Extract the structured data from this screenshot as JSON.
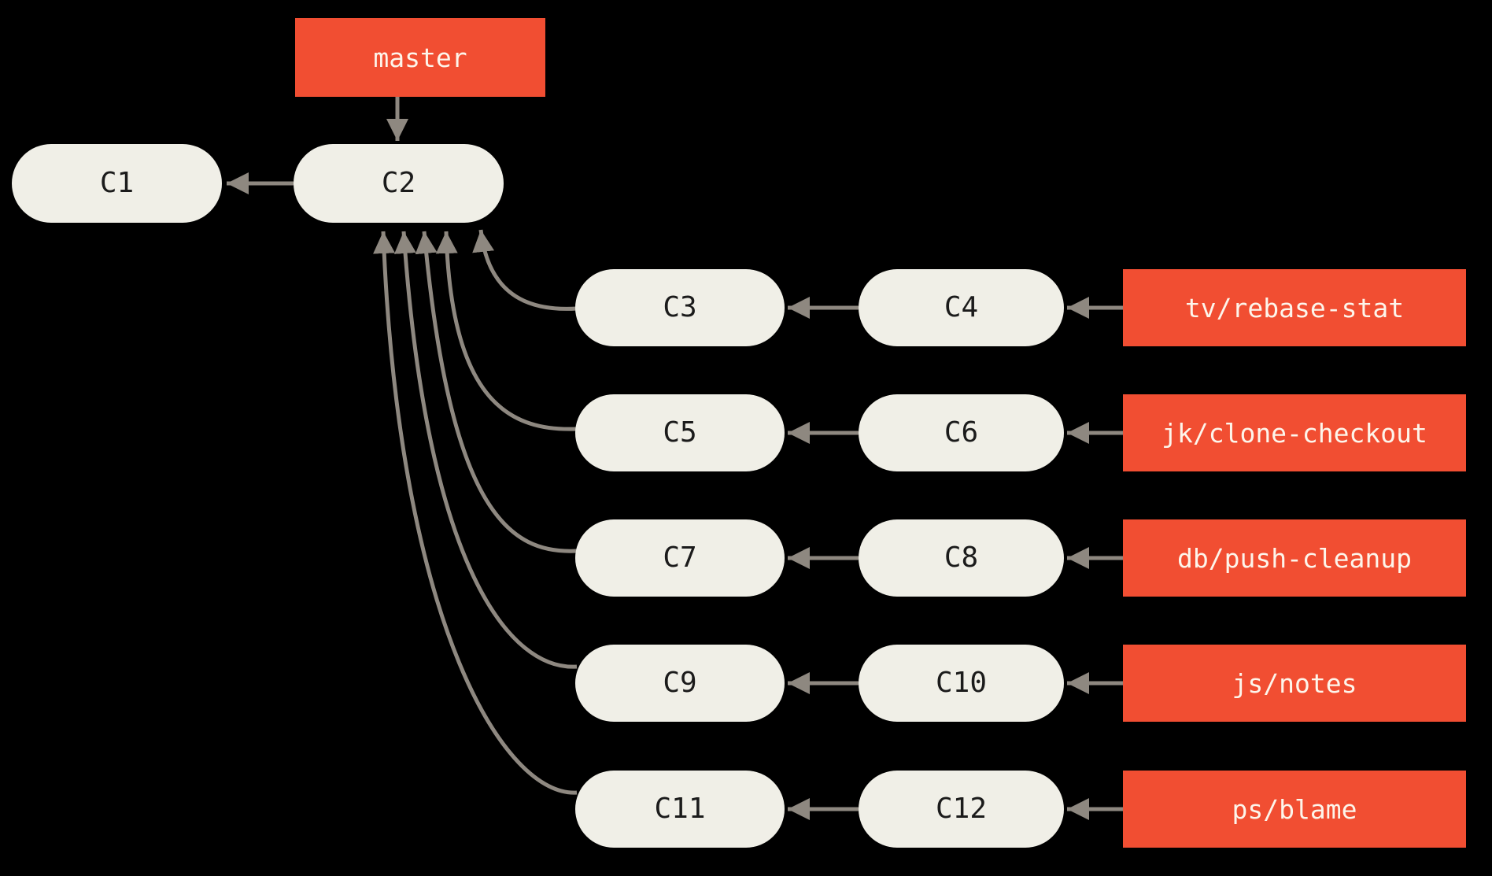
{
  "diagram": {
    "title": "git commit graph with topic branches",
    "background_color": "#000000",
    "colors": {
      "branch_box": "#f14e32",
      "branch_text": "#fdf5eb",
      "commit_fill": "#f0efe7",
      "commit_text": "#1b1b1b",
      "arrow": "#8e8880"
    },
    "master_ref": {
      "label": "master",
      "points_to": "C2"
    },
    "main_commits": [
      {
        "id": "C1"
      },
      {
        "id": "C2"
      }
    ],
    "branches": [
      {
        "label": "tv/rebase-stat",
        "commits": [
          "C3",
          "C4"
        ]
      },
      {
        "label": "jk/clone-checkout",
        "commits": [
          "C5",
          "C6"
        ]
      },
      {
        "label": "db/push-cleanup",
        "commits": [
          "C7",
          "C8"
        ]
      },
      {
        "label": "js/notes",
        "commits": [
          "C9",
          "C10"
        ]
      },
      {
        "label": "ps/blame",
        "commits": [
          "C11",
          "C12"
        ]
      }
    ]
  }
}
